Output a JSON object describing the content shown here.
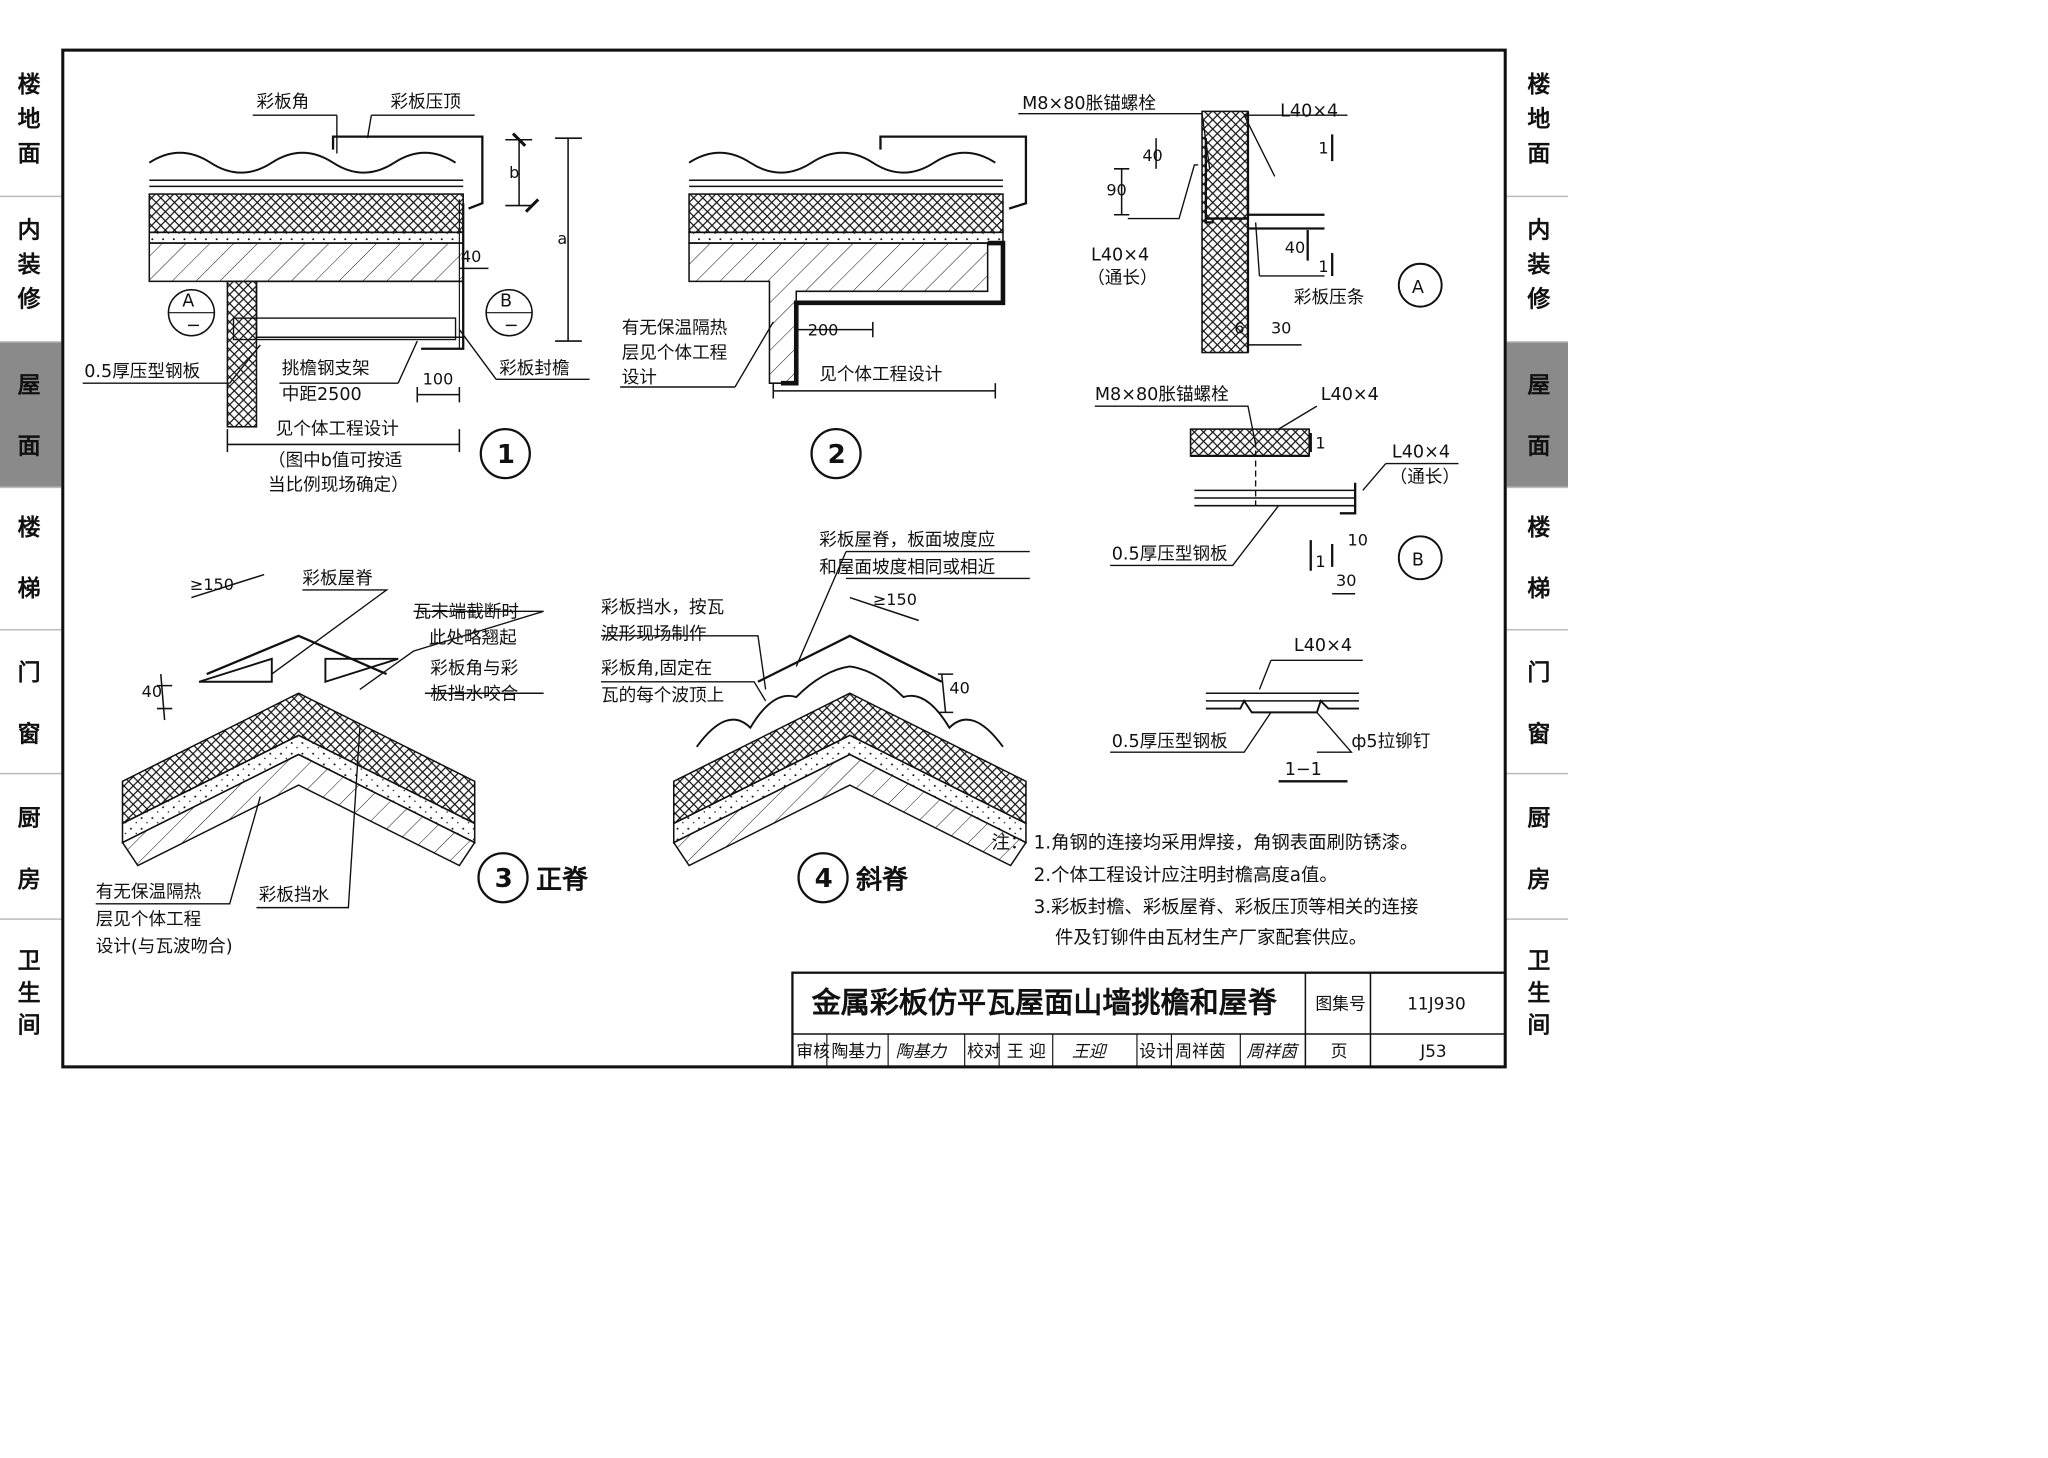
{
  "side_tabs": [
    {
      "label": "楼\n地\n面",
      "active": false
    },
    {
      "label": "内\n装\n修",
      "active": false
    },
    {
      "label": "屋\n面",
      "active": true
    },
    {
      "label": "楼\n梯",
      "active": false
    },
    {
      "label": "门\n窗",
      "active": false
    },
    {
      "label": "厨\n房",
      "active": false
    },
    {
      "label": "卫\n生\n间",
      "active": false
    }
  ],
  "detail1": {
    "number": "1",
    "labels": {
      "corner": "彩板角",
      "cap": "彩板压顶",
      "steel_plate": "0.5厚压型钢板",
      "bracket_1": "挑檐钢支架",
      "bracket_2": "中距2500",
      "eave": "彩板封檐",
      "see_design": "见个体工程设计",
      "note_1": "（图中b值可按适",
      "note_2": "当比例现场确定）",
      "dim_b": "b",
      "dim_a": "a",
      "dim_40": "40",
      "dim_100": "100",
      "ref_a": "A",
      "ref_b": "B",
      "dash": "−"
    }
  },
  "detail2": {
    "number": "2",
    "labels": {
      "insul_1": "有无保温隔热",
      "insul_2": "层见个体工程",
      "insul_3": "设计",
      "dim_200": "200",
      "see_design": "见个体工程设计"
    }
  },
  "detailA": {
    "ref": "A",
    "labels": {
      "bolt": "M8×80胀锚螺栓",
      "angle": "L40×4",
      "angle_long_1": "L40×4",
      "angle_long_2": "（通长）",
      "strip": "彩板压条",
      "d40": "40",
      "d90": "90",
      "d6": "6",
      "d30": "30",
      "mark1": "1"
    }
  },
  "detailB": {
    "ref": "B",
    "labels": {
      "bolt": "M8×80胀锚螺栓",
      "angle": "L40×4",
      "angle_long_1": "L40×4",
      "angle_long_2": "（通长）",
      "steel": "0.5厚压型钢板",
      "d10": "10",
      "d30": "30",
      "mark1": "1"
    }
  },
  "section11": {
    "title": "1−1",
    "labels": {
      "angle": "L40×4",
      "steel": "0.5厚压型钢板",
      "rivet": "ф5拉铆钉"
    }
  },
  "detail3": {
    "number": "3",
    "name": "正脊",
    "labels": {
      "ridge": "彩板屋脊",
      "tile_end_1": "瓦末端截断时",
      "tile_end_2": "此处略翘起",
      "corner_1": "彩板角与彩",
      "corner_2": "板挡水咬合",
      "flash": "彩板挡水",
      "insul_1": "有无保温隔热",
      "insul_2": "层见个体工程",
      "insul_3": "设计(与瓦波吻合)",
      "d150": "≥150",
      "d40": "40"
    }
  },
  "detail4": {
    "number": "4",
    "name": "斜脊",
    "labels": {
      "ridge_1": "彩板屋脊，板面坡度应",
      "ridge_2": "和屋面坡度相同或相近",
      "flash_1": "彩板挡水，按瓦",
      "flash_2": "波形现场制作",
      "corner_1": "彩板角,固定在",
      "corner_2": "瓦的每个波顶上",
      "d150": "≥150",
      "d40": "40"
    }
  },
  "notes": {
    "prefix": "注：",
    "items": [
      "1.角钢的连接均采用焊接，角钢表面刷防锈漆。",
      "2.个体工程设计应注明封檐高度a值。",
      "3.彩板封檐、彩板屋脊、彩板压顶等相关的连接",
      "件及钉铆件由瓦材生产厂家配套供应。"
    ]
  },
  "title_block": {
    "title": "金属彩板仿平瓦屋面山墙挑檐和屋脊",
    "atlas_label": "图集号",
    "atlas_no": "11J930",
    "page_label": "页",
    "page_no": "J53",
    "review": "审核",
    "reviewer": "陶基力",
    "reviewer_sig": "陶基力",
    "check": "校对",
    "checker": "王 迎",
    "checker_sig": "王迎",
    "design": "设计",
    "designer": "周祥茵",
    "designer_sig": "周祥茵"
  }
}
